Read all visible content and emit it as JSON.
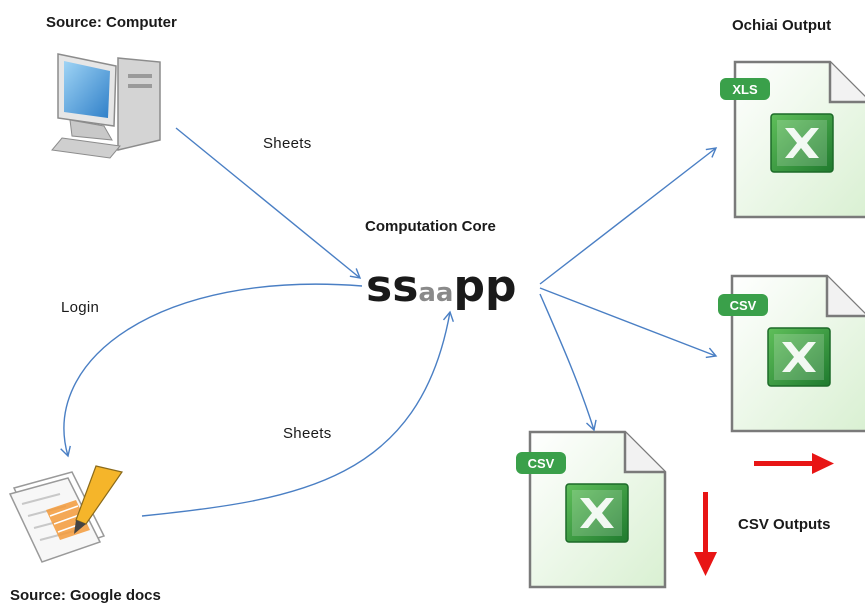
{
  "diagram": {
    "labels": {
      "source_computer": "Source: Computer",
      "source_google_docs": "Source: Google docs",
      "computation_core": "Computation Core",
      "ochiai_output": "Ochiai Output",
      "csv_outputs": "CSV Outputs",
      "sheets_top": "Sheets",
      "login": "Login",
      "sheets_bottom": "Sheets"
    },
    "logo": {
      "part1": "ss",
      "part2": "aa",
      "part3": "pp"
    },
    "file_tags": {
      "xls": "XLS",
      "csv_right": "CSV",
      "csv_bottom": "CSV"
    },
    "colors": {
      "flow_arrow": "#4a7fc4",
      "red_arrow": "#e81515",
      "tag_green": "#3aa04a",
      "excel_green": "#2e8b3a"
    },
    "icons": [
      "computer-icon",
      "google-docs-icon",
      "excel-file-icon"
    ]
  }
}
